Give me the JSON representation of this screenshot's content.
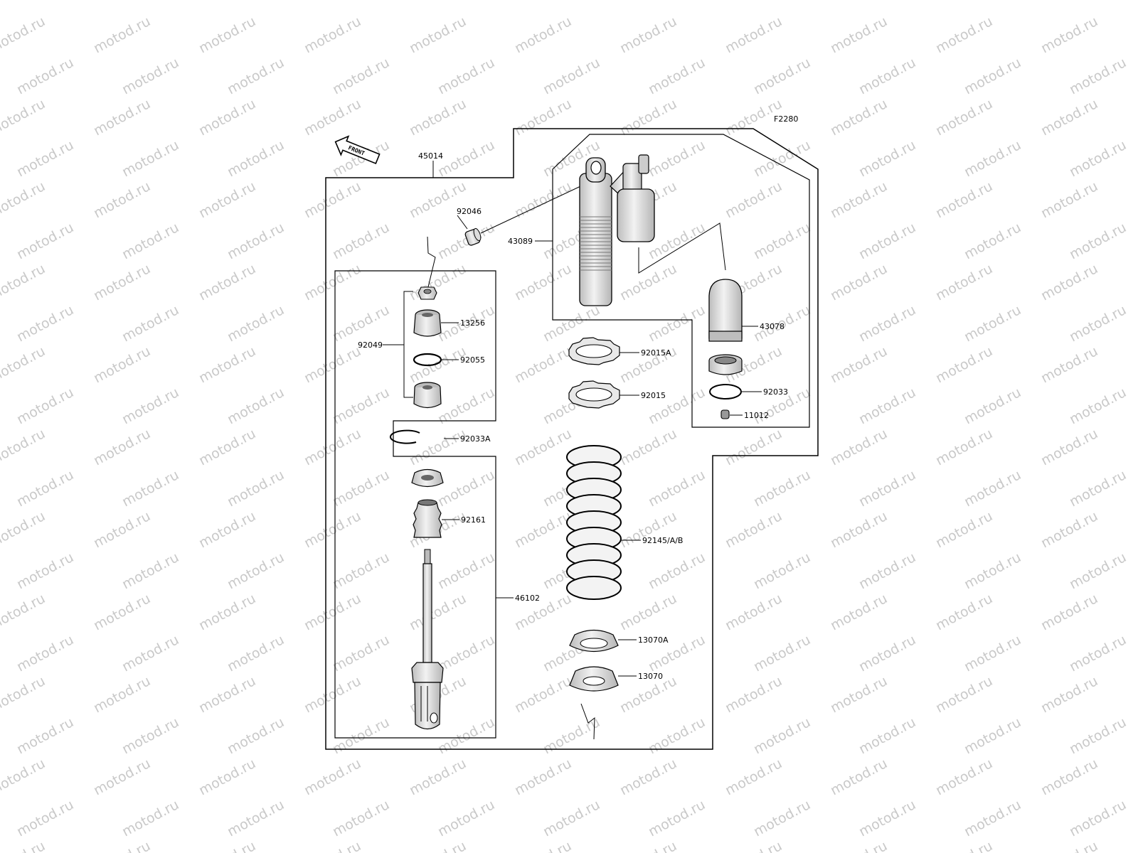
{
  "diagram": {
    "code": "F2280",
    "front_label": "FRONT",
    "watermark_text": "motod.ru",
    "colors": {
      "line": "#000000",
      "part_fill": "#e6e6e6",
      "part_dark": "#bdbdbd",
      "watermark": "#c9c9c9"
    },
    "labels": {
      "p45014": "45014",
      "p92046": "92046",
      "p43089": "43089",
      "p13256": "13256",
      "p92049": "92049",
      "p92055": "92055",
      "p92015A": "92015A",
      "p92015": "92015",
      "p43078": "43078",
      "p92033": "92033",
      "p11012": "11012",
      "p92033A": "92033A",
      "p92161": "92161",
      "p92145AB": "92145/A/B",
      "p46102": "46102",
      "p13070A": "13070A",
      "p13070": "13070"
    }
  }
}
